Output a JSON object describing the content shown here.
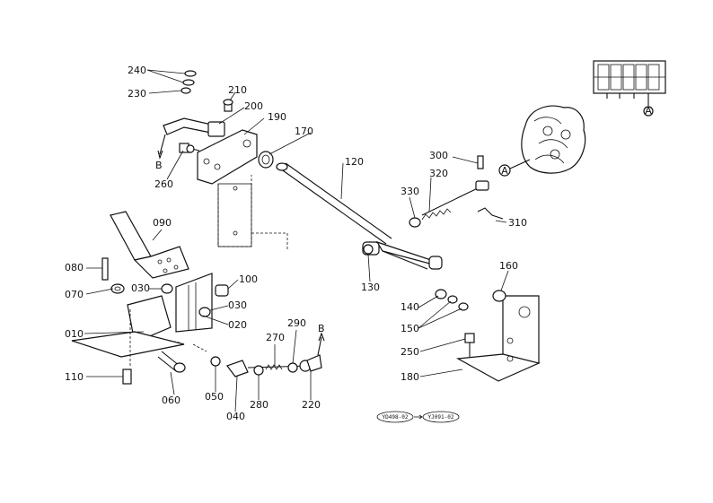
{
  "callouts": [
    {
      "id": "p240",
      "text": "240"
    },
    {
      "id": "p230",
      "text": "230"
    },
    {
      "id": "p210",
      "text": "210"
    },
    {
      "id": "p200",
      "text": "200"
    },
    {
      "id": "p190",
      "text": "190"
    },
    {
      "id": "p170",
      "text": "170"
    },
    {
      "id": "p120",
      "text": "120"
    },
    {
      "id": "p300",
      "text": "300"
    },
    {
      "id": "p320",
      "text": "320"
    },
    {
      "id": "p330",
      "text": "330"
    },
    {
      "id": "p310",
      "text": "310"
    },
    {
      "id": "p260",
      "text": "260"
    },
    {
      "id": "pB1",
      "text": "B"
    },
    {
      "id": "p090",
      "text": "090"
    },
    {
      "id": "p080",
      "text": "080"
    },
    {
      "id": "p070",
      "text": "070"
    },
    {
      "id": "p030a",
      "text": "030"
    },
    {
      "id": "p100",
      "text": "100"
    },
    {
      "id": "p030b",
      "text": "030"
    },
    {
      "id": "p020",
      "text": "020"
    },
    {
      "id": "p010",
      "text": "010"
    },
    {
      "id": "p110",
      "text": "110"
    },
    {
      "id": "p060",
      "text": "060"
    },
    {
      "id": "p050",
      "text": "050"
    },
    {
      "id": "p040",
      "text": "040"
    },
    {
      "id": "p280",
      "text": "280"
    },
    {
      "id": "p270",
      "text": "270"
    },
    {
      "id": "p290",
      "text": "290"
    },
    {
      "id": "pB2",
      "text": "B"
    },
    {
      "id": "p220",
      "text": "220"
    },
    {
      "id": "p130",
      "text": "130"
    },
    {
      "id": "p160",
      "text": "160"
    },
    {
      "id": "p140",
      "text": "140"
    },
    {
      "id": "p150",
      "text": "150"
    },
    {
      "id": "p250",
      "text": "250"
    },
    {
      "id": "p180",
      "text": "180"
    }
  ],
  "markers": {
    "circle_a_main": "A",
    "circle_a_inset": "A"
  },
  "footer_refs": {
    "left": "YD498-02",
    "right": "YJ091-02"
  }
}
